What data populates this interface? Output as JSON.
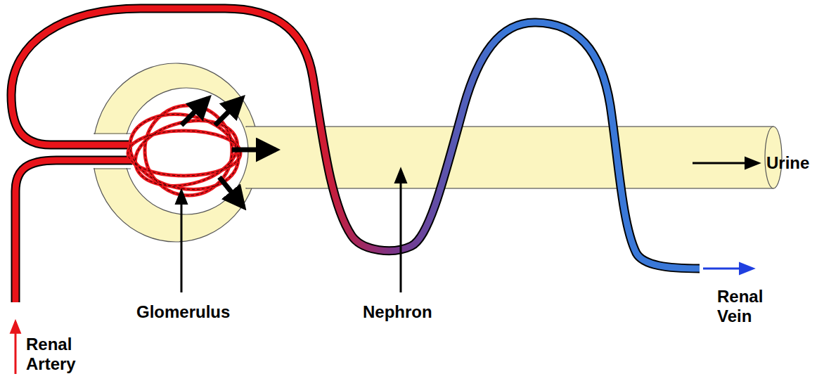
{
  "diagram": {
    "labels": [
      "Glomerulus",
      "Nephron",
      "Urine",
      "Renal Vein",
      "Renal Artery"
    ]
  }
}
